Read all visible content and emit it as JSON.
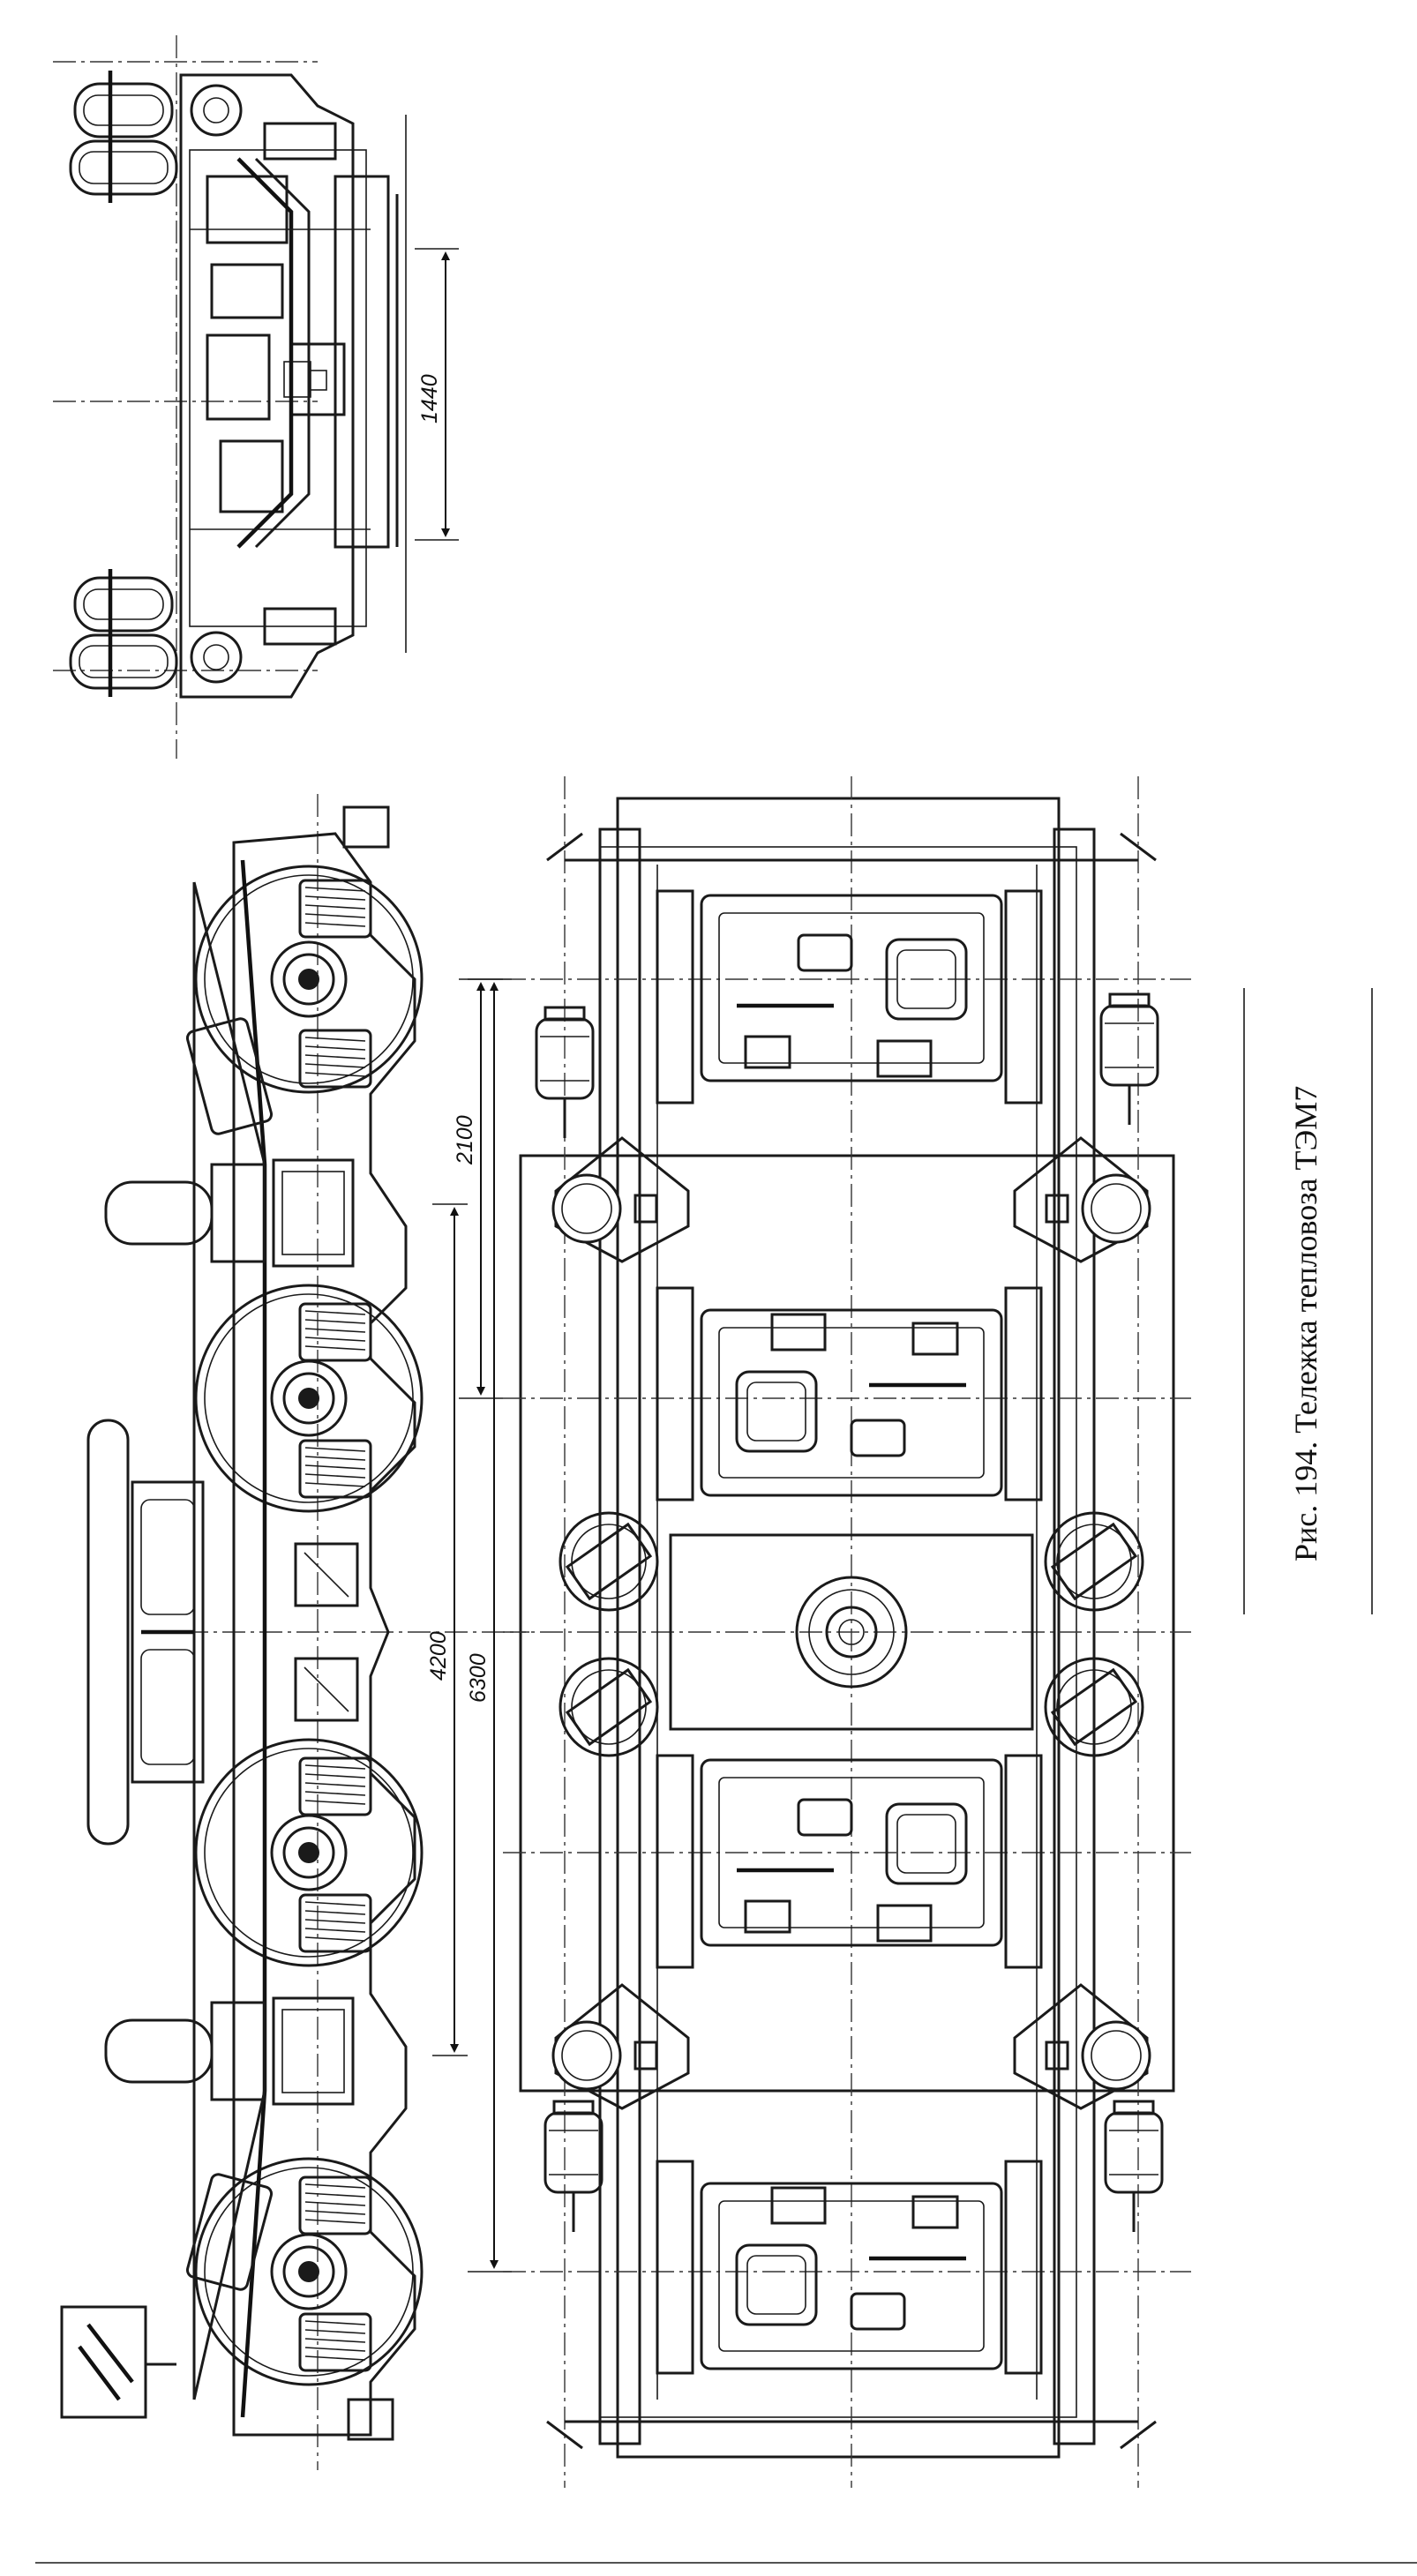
{
  "figure": {
    "caption": "Рис. 194. Тележка тепловоза ТЭМ7"
  },
  "dimensions": {
    "d1440": "1440",
    "d2100": "2100",
    "d4200": "4200",
    "d6300": "6300"
  }
}
